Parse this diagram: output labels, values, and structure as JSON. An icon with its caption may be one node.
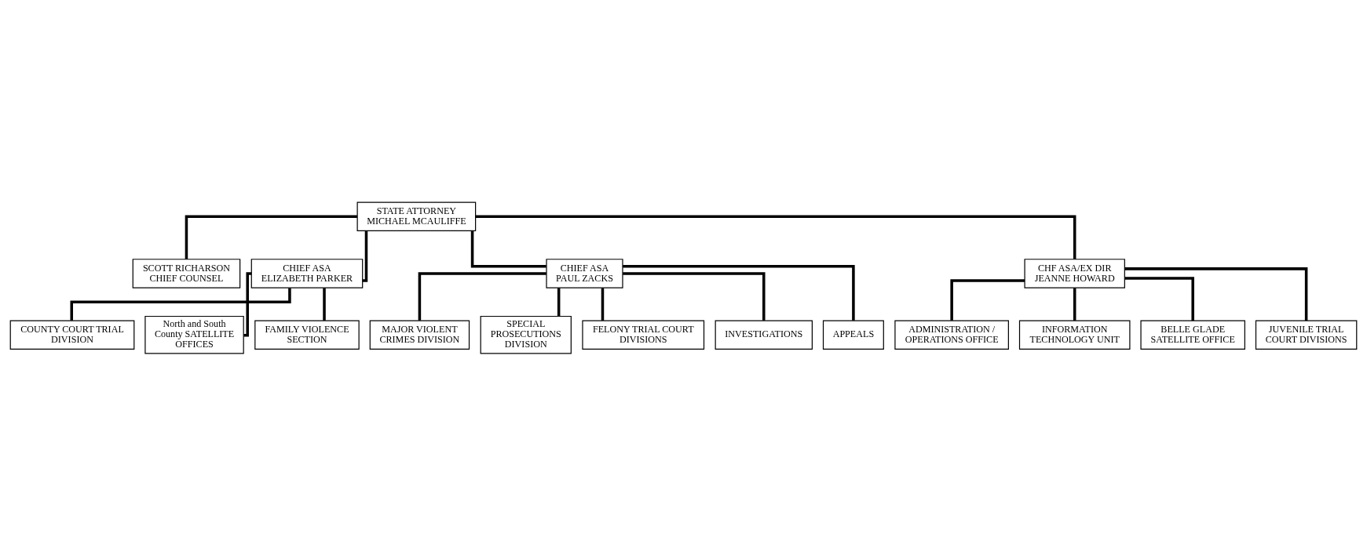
{
  "diagram": {
    "nodes": [
      {
        "text": [
          "STATE ATTORNEY",
          "MICHAEL MCAULIFFE"
        ]
      },
      {
        "text": [
          "SCOTT RICHARSON",
          "CHIEF COUNSEL"
        ]
      },
      {
        "text": [
          "CHIEF ASA",
          "ELIZABETH PARKER"
        ]
      },
      {
        "text": [
          "CHIEF ASA",
          "PAUL ZACKS"
        ]
      },
      {
        "text": [
          "CHF ASA/EX DIR",
          "JEANNE HOWARD"
        ]
      },
      {
        "text": [
          "COUNTY COURT TRIAL DIVISION"
        ]
      },
      {
        "text": [
          "North and South County SATELLITE OFFICES"
        ]
      },
      {
        "text": [
          "FAMILY VIOLENCE SECTION"
        ]
      },
      {
        "text": [
          "MAJOR VIOLENT CRIMES DIVISION"
        ]
      },
      {
        "text": [
          "SPECIAL PROSECUTIONS DIVISION"
        ]
      },
      {
        "text": [
          "FELONY TRIAL COURT DIVISIONS"
        ]
      },
      {
        "text": [
          "INVESTIGATIONS"
        ]
      },
      {
        "text": [
          "APPEALS"
        ]
      },
      {
        "text": [
          "ADMINISTRATION / OPERATIONS OFFICE"
        ]
      },
      {
        "text": [
          "INFORMATION TECHNOLOGY UNIT"
        ]
      },
      {
        "text": [
          "BELLE GLADE SATELLITE OFFICE"
        ]
      },
      {
        "text": [
          "JUVENILE TRIAL COURT DIVISIONS"
        ]
      }
    ],
    "edges": [
      {
        "from": 0,
        "to": 1,
        "arrow": "none"
      },
      {
        "from": 0,
        "to": 2,
        "arrow": "none"
      },
      {
        "from": 0,
        "to": 3,
        "arrow": "none"
      },
      {
        "from": 0,
        "to": 4,
        "arrow": "none"
      },
      {
        "from": 2,
        "to": 5,
        "arrow": "none"
      },
      {
        "from": 2,
        "to": 6,
        "arrow": "none"
      },
      {
        "from": 2,
        "to": 7,
        "arrow": "none"
      },
      {
        "from": 3,
        "to": 8,
        "arrow": "none"
      },
      {
        "from": 3,
        "to": 9,
        "arrow": "none"
      },
      {
        "from": 3,
        "to": 10,
        "arrow": "none"
      },
      {
        "from": 3,
        "to": 11,
        "arrow": "none"
      },
      {
        "from": 3,
        "to": 12,
        "arrow": "none"
      },
      {
        "from": 4,
        "to": 13,
        "arrow": "none"
      },
      {
        "from": 4,
        "to": 14,
        "arrow": "none"
      },
      {
        "from": 4,
        "to": 15,
        "arrow": "none"
      },
      {
        "from": 4,
        "to": 16,
        "arrow": "none"
      }
    ]
  }
}
